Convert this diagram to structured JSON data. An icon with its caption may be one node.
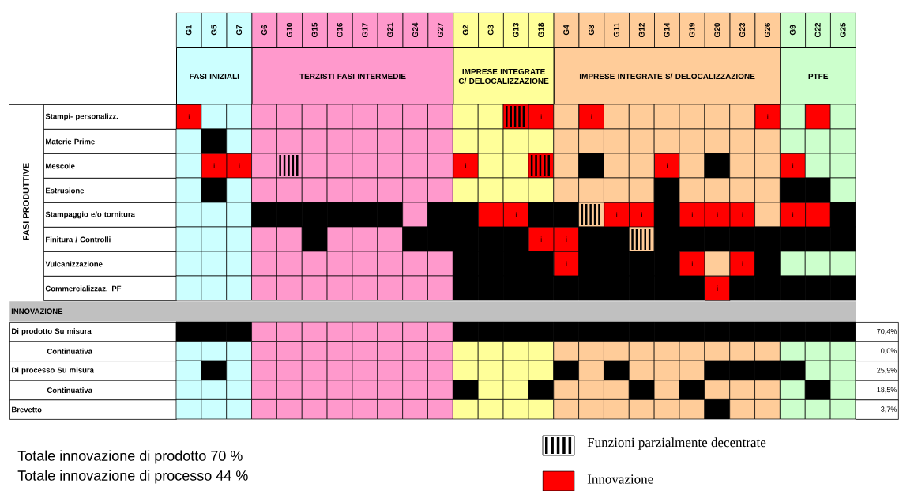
{
  "diagram": {
    "nodes": [
      {
        "text": [
          "FASI INIZIALI"
        ]
      },
      {
        "text": [
          "TERZISTI FASI INTERMEDIE"
        ]
      },
      {
        "text": [
          "IMPRESE INTEGRATE C/ DELOCALIZZAZIONE"
        ]
      },
      {
        "text": [
          "IMPRESE INTEGRATE S/ DELOCALIZZAZIONE"
        ]
      },
      {
        "text": [
          "PTFE"
        ]
      },
      {
        "text": [
          "INNOVAZIONE"
        ]
      }
    ],
    "labels": [
      "G1",
      "G5",
      "G7",
      "G6",
      "G10",
      "G15",
      "G16",
      "G17",
      "G21",
      "G24",
      "G27",
      "G2",
      "G3",
      "G13",
      "G18",
      "G4",
      "G8",
      "G11",
      "G12",
      "G14",
      "G19",
      "G20",
      "G23",
      "G26",
      "G9",
      "G22",
      "G25",
      "FASI PRODUTTIVE",
      "Stampi- personalizz.",
      "i",
      "i",
      "i",
      "i",
      "i",
      "Materie Prime",
      "Mescole",
      "i",
      "i",
      "i",
      "i",
      "i",
      "Estrusione",
      "Stampaggio e/o tornitura",
      "i",
      "i",
      "i",
      "i",
      "i",
      "i",
      "i",
      "i",
      "i",
      "Finitura / Controlli",
      "i",
      "i",
      "Vulcanizzazione",
      "i",
      "i",
      "i",
      "Commercializzaz. PF",
      "i",
      "Di prodotto Su misura",
      "70,4%",
      "Continuativa",
      "0,0%",
      "Di processo  Su misura",
      "25,9%",
      "Continuativa",
      "18,5%",
      "Brevetto",
      "3,7%",
      "Totale innovazione di prodotto 70 %",
      "Totale innovazione di processo 44 %"
    ],
    "legend": [
      {
        "text": "Funzioni parzialmente decentrate"
      },
      {
        "text": "Innovazione",
        "color": "#ff0000"
      }
    ]
  }
}
